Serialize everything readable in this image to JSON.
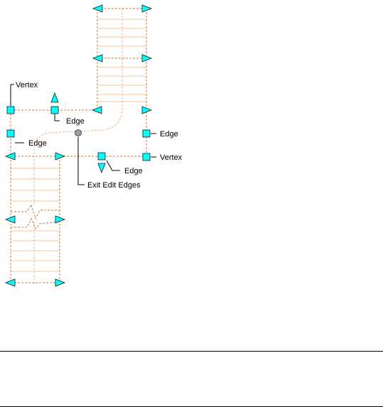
{
  "labels": {
    "vertex_top_left": "Vertex",
    "edge_top": "Edge",
    "edge_left": "Edge",
    "edge_right": "Edge",
    "vertex_right": "Vertex",
    "edge_bottom": "Edge",
    "exit_edit_edges": "Exit Edit Edges"
  },
  "colors": {
    "grip_fill": "#00ffff",
    "grip_stroke": "#1a1a1a",
    "boundary": "#c8783c",
    "tread": "#f3c49e",
    "leader": "#000000",
    "exit_grip": "#9e9e9e"
  },
  "icons": {
    "triangle_grip": "triangle-grip-icon",
    "square_grip": "square-grip-icon",
    "exit_grip": "circle-grip-icon"
  }
}
